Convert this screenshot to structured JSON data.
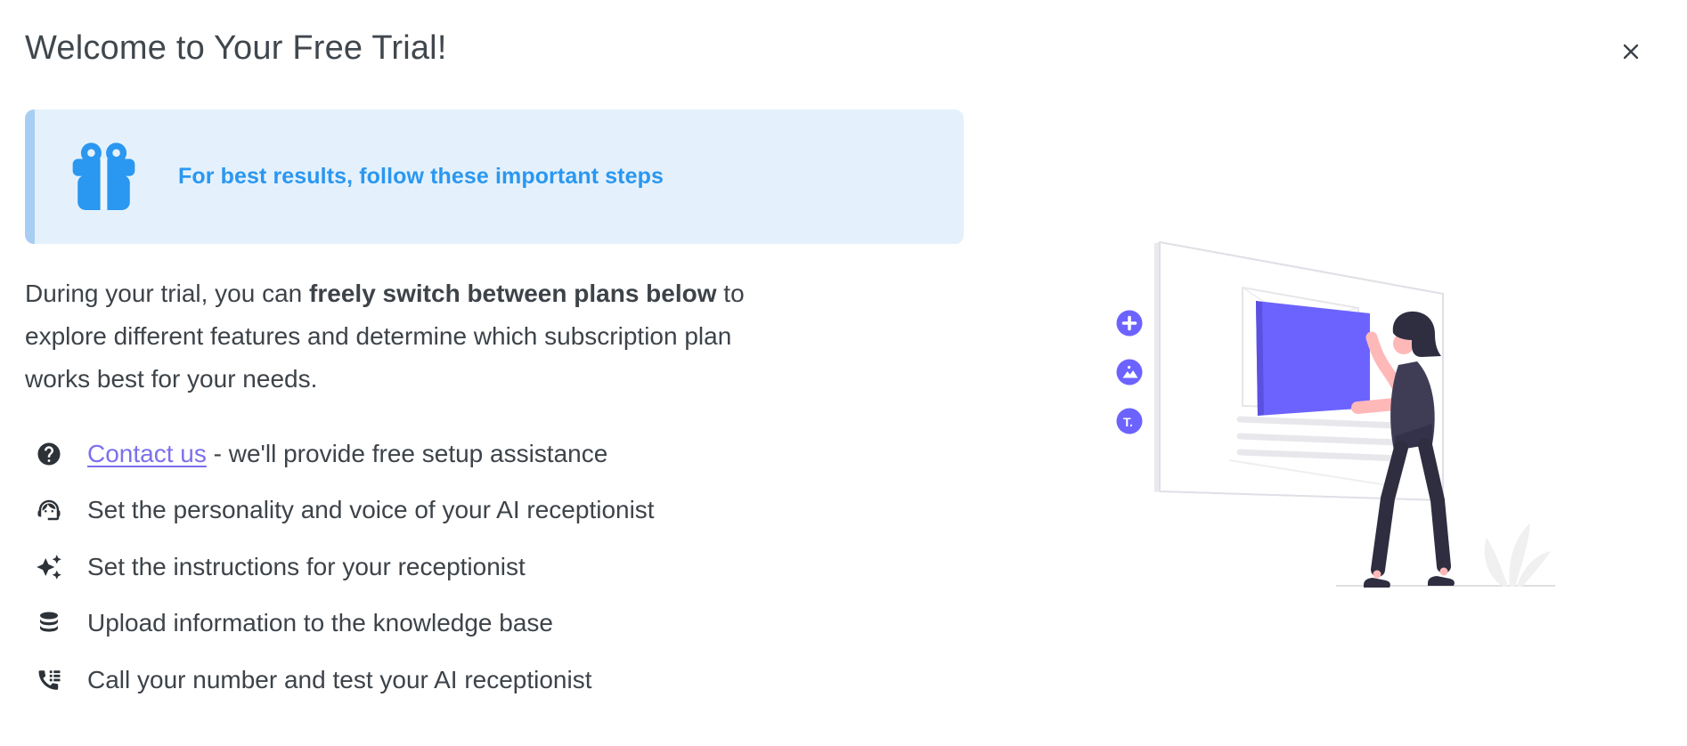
{
  "modal": {
    "title": "Welcome to Your Free Trial!",
    "close_icon": "close-icon"
  },
  "banner": {
    "icon": "gift-icon",
    "text": "For best results, follow these important steps",
    "bg_color": "#e4f1fc",
    "stripe_color": "#a8cdf2",
    "accent_color": "#2a97f1"
  },
  "intro": {
    "line1_pre": "During your trial, you can ",
    "line1_bold": "freely switch between plans below",
    "line1_post": " to",
    "line2": "explore different features and determine which subscription plan",
    "line3": "works best for your needs."
  },
  "steps": [
    {
      "icon": "help-icon",
      "link_label": "Contact us",
      "text": " - we'll provide free setup assistance"
    },
    {
      "icon": "support-agent-icon",
      "text": "Set the personality and voice of your AI receptionist"
    },
    {
      "icon": "sparkles-icon",
      "text": "Set the instructions for your receptionist"
    },
    {
      "icon": "database-icon",
      "text": "Upload information to the knowledge base"
    },
    {
      "icon": "phone-list-icon",
      "text": "Call your number and test your AI receptionist"
    }
  ],
  "illustration": {
    "toolbar_icons": [
      "plus-icon",
      "image-icon",
      "text-icon"
    ],
    "text_button_label": "T.",
    "accent_color": "#6c63ff"
  },
  "colors": {
    "title_text": "#40474d",
    "body_text": "#3d4349",
    "link": "#7c70ec",
    "icon_dark": "#2c3237",
    "illustration_purple": "#6c63ff",
    "illustration_dark": "#2f2e41",
    "illustration_skin": "#ffb8b8"
  }
}
